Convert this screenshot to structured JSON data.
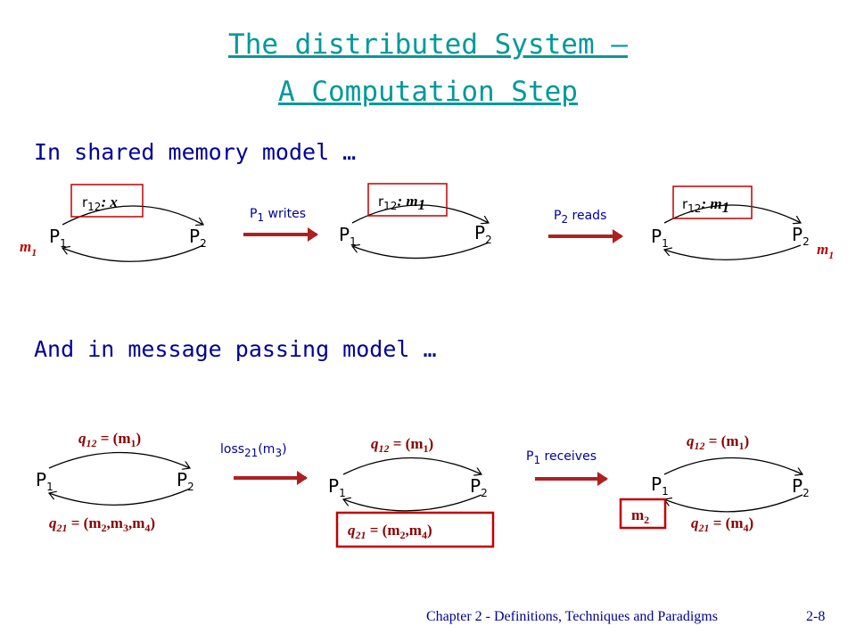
{
  "title": {
    "line1": "The distributed System –",
    "line2": "A Computation Step"
  },
  "sections": {
    "shared": "In shared memory model …",
    "message": "And in message passing model …"
  },
  "nodes": {
    "p1": "P",
    "p2": "P",
    "sub1": "1",
    "sub2": "2"
  },
  "shared_memory": {
    "steps": [
      {
        "register": "r",
        "register_sub": "12",
        "value": ": x",
        "local": "m",
        "local_sub": "1"
      },
      {
        "register": "r",
        "register_sub": "12",
        "value": ": m",
        "value_sub": "1"
      },
      {
        "register": "r",
        "register_sub": "12",
        "value": ": m",
        "value_sub": "1",
        "local": "m",
        "local_sub": "1"
      }
    ],
    "transitions": [
      {
        "label": "P",
        "sub": "1",
        "rest": " writes"
      },
      {
        "label": "P",
        "sub": "2",
        "rest": " reads"
      }
    ]
  },
  "message_passing": {
    "steps": [
      {
        "q12": "q",
        "q12_sub": "12",
        "q12_val": " = (m",
        "q12_val_sub": "1",
        "q12_end": ")",
        "q21": "q",
        "q21_sub": "21",
        "q21_val": " = (m",
        "q21_parts": [
          "2",
          ",m",
          "3",
          ",m",
          "4"
        ],
        "q21_end": ")"
      },
      {
        "q12": "q",
        "q12_sub": "12",
        "q12_val": " = (m",
        "q12_val_sub": "1",
        "q12_end": ")",
        "q21": "q",
        "q21_sub": "21",
        "q21_val": " = (m",
        "q21_parts": [
          "2",
          ",m",
          "4"
        ],
        "q21_end": ")"
      },
      {
        "q12": "q",
        "q12_sub": "12",
        "q12_val": " = (m",
        "q12_val_sub": "1",
        "q12_end": ")",
        "q21": "q",
        "q21_sub": "21",
        "q21_val": " = (m",
        "q21_parts": [
          "4"
        ],
        "q21_end": ")",
        "received": "m",
        "received_sub": "2"
      }
    ],
    "transitions": [
      {
        "label": "loss",
        "sub": "21",
        "rest": "(m",
        "sub2": "3",
        "end": ")"
      },
      {
        "label": "P",
        "sub": "1",
        "rest": " receives"
      }
    ]
  },
  "footer": {
    "chapter": "Chapter 2 - Definitions, Techniques and Paradigms",
    "page": "2-8"
  }
}
